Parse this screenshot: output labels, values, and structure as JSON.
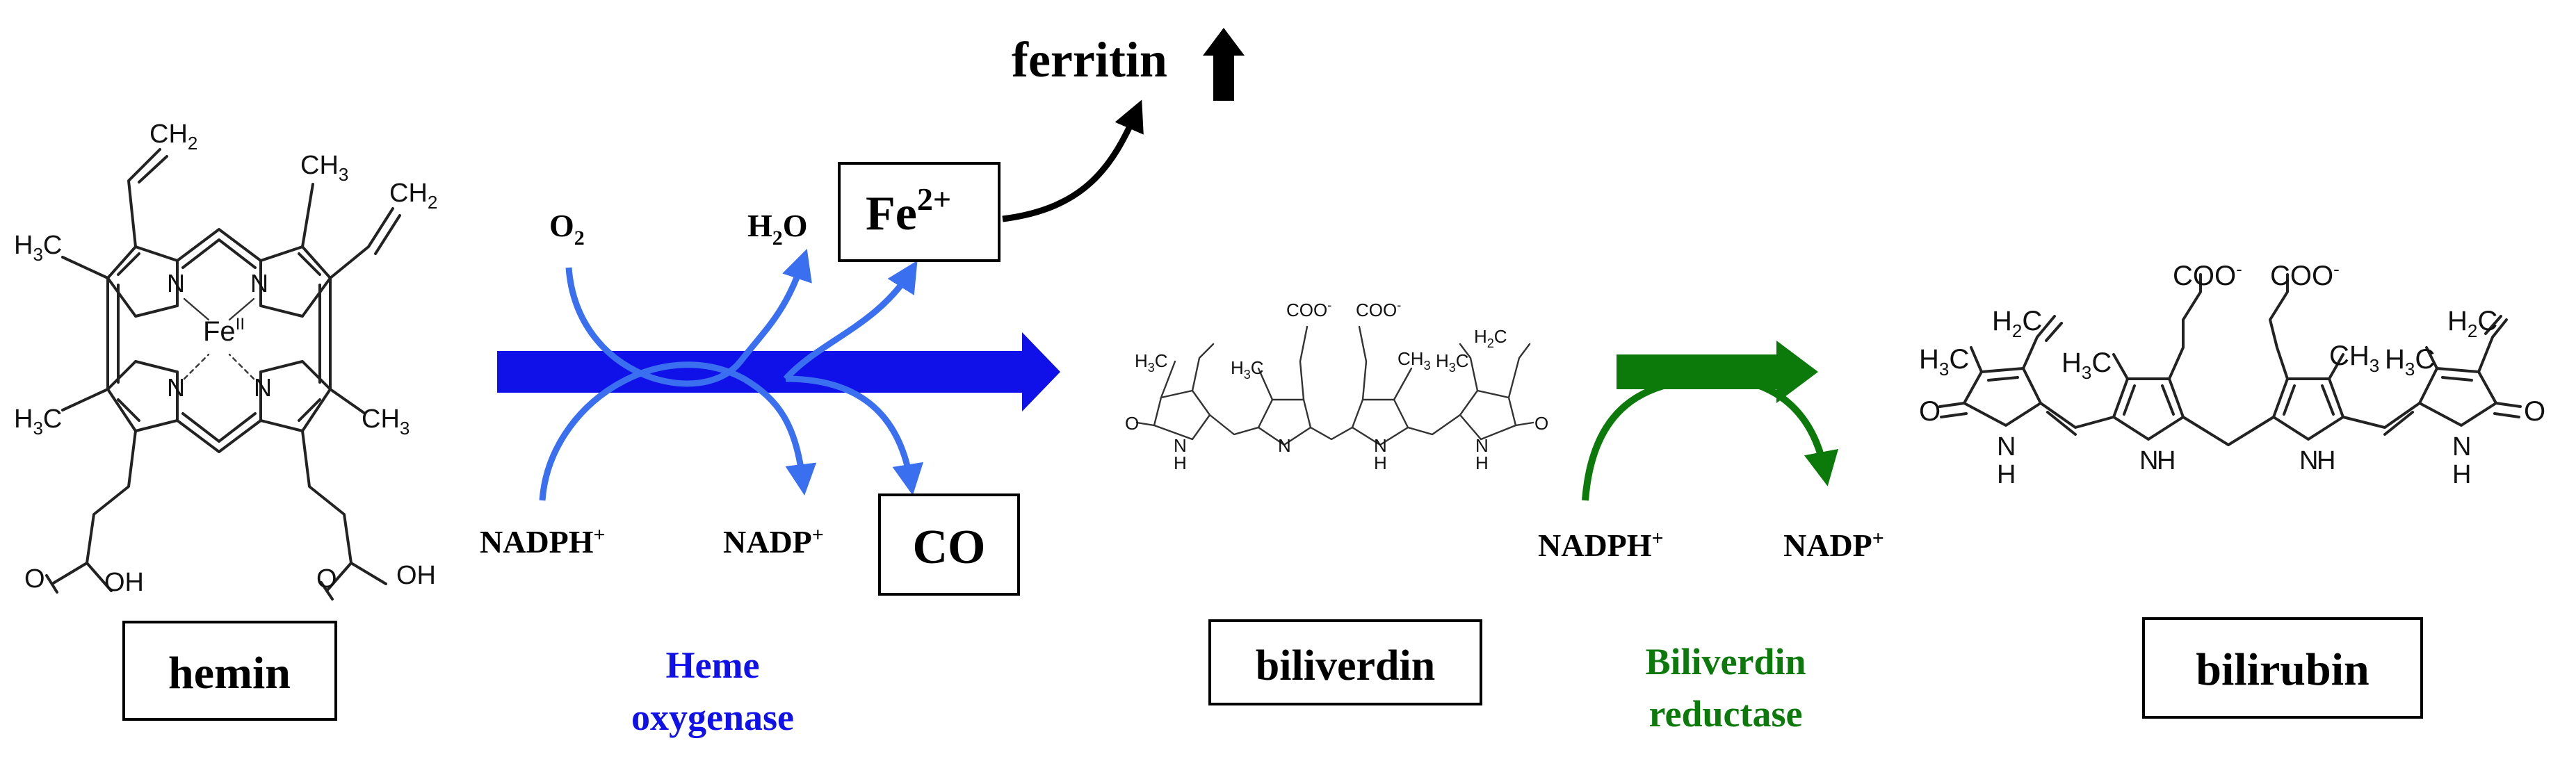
{
  "colors": {
    "heme_oxygenase": "#1010e8",
    "curved_arrows_blue": "#3a6ff0",
    "biliverdin_reductase": "#0b7a0b",
    "text": "#000000"
  },
  "compounds": {
    "hemin": "hemin",
    "biliverdin": "biliverdin",
    "bilirubin": "bilirubin"
  },
  "products": {
    "fe": "Fe",
    "fe_charge": "2+",
    "co": "CO",
    "ferritin": "ferritin"
  },
  "heme_oxygenase_step": {
    "input_o2": "O",
    "input_o2_sub": "2",
    "output_h2o_h": "H",
    "output_h2o_sub": "2",
    "output_h2o_o": "O",
    "cofactor_in": "NADPH",
    "cofactor_in_sup": "+",
    "cofactor_out": "NADP",
    "cofactor_out_sup": "+",
    "enzyme_line1": "Heme",
    "enzyme_line2": "oxygenase"
  },
  "biliverdin_reductase_step": {
    "cofactor_in": "NADPH",
    "cofactor_in_sup": "+",
    "cofactor_out": "NADP",
    "cofactor_out_sup": "+",
    "enzyme_line1": "Biliverdin",
    "enzyme_line2": "reductase"
  },
  "hemin_structure_labels": {
    "ch2": "CH",
    "ch2_sub": "2",
    "ch3": "CH",
    "ch3_sub": "3",
    "h3c": "H",
    "h3c_sub": "3",
    "h3c_c": "C",
    "n": "N",
    "fe": "Fe",
    "fe_ox": "II",
    "oh": "OH",
    "o": "O"
  },
  "biliverdin_structure_labels": {
    "coo": "COO",
    "coo_charge": "-",
    "h3c": "H",
    "h3c_sub": "3",
    "h3c_c": "C",
    "ch3": "CH",
    "ch3_sub": "3",
    "h2c": "H",
    "h2c_sub": "2",
    "h2c_c": "C",
    "nh": "N",
    "h": "H",
    "n": "N",
    "o": "O"
  },
  "bilirubin_structure_labels": {
    "coo": "COO",
    "coo_charge": "-",
    "h2c": "H",
    "h2c_sub": "2",
    "h2c_c": "C",
    "h3c": "H",
    "h3c_sub": "3",
    "h3c_c": "C",
    "ch3": "CH",
    "ch3_sub": "3",
    "n": "N",
    "h": "H",
    "o": "O"
  }
}
